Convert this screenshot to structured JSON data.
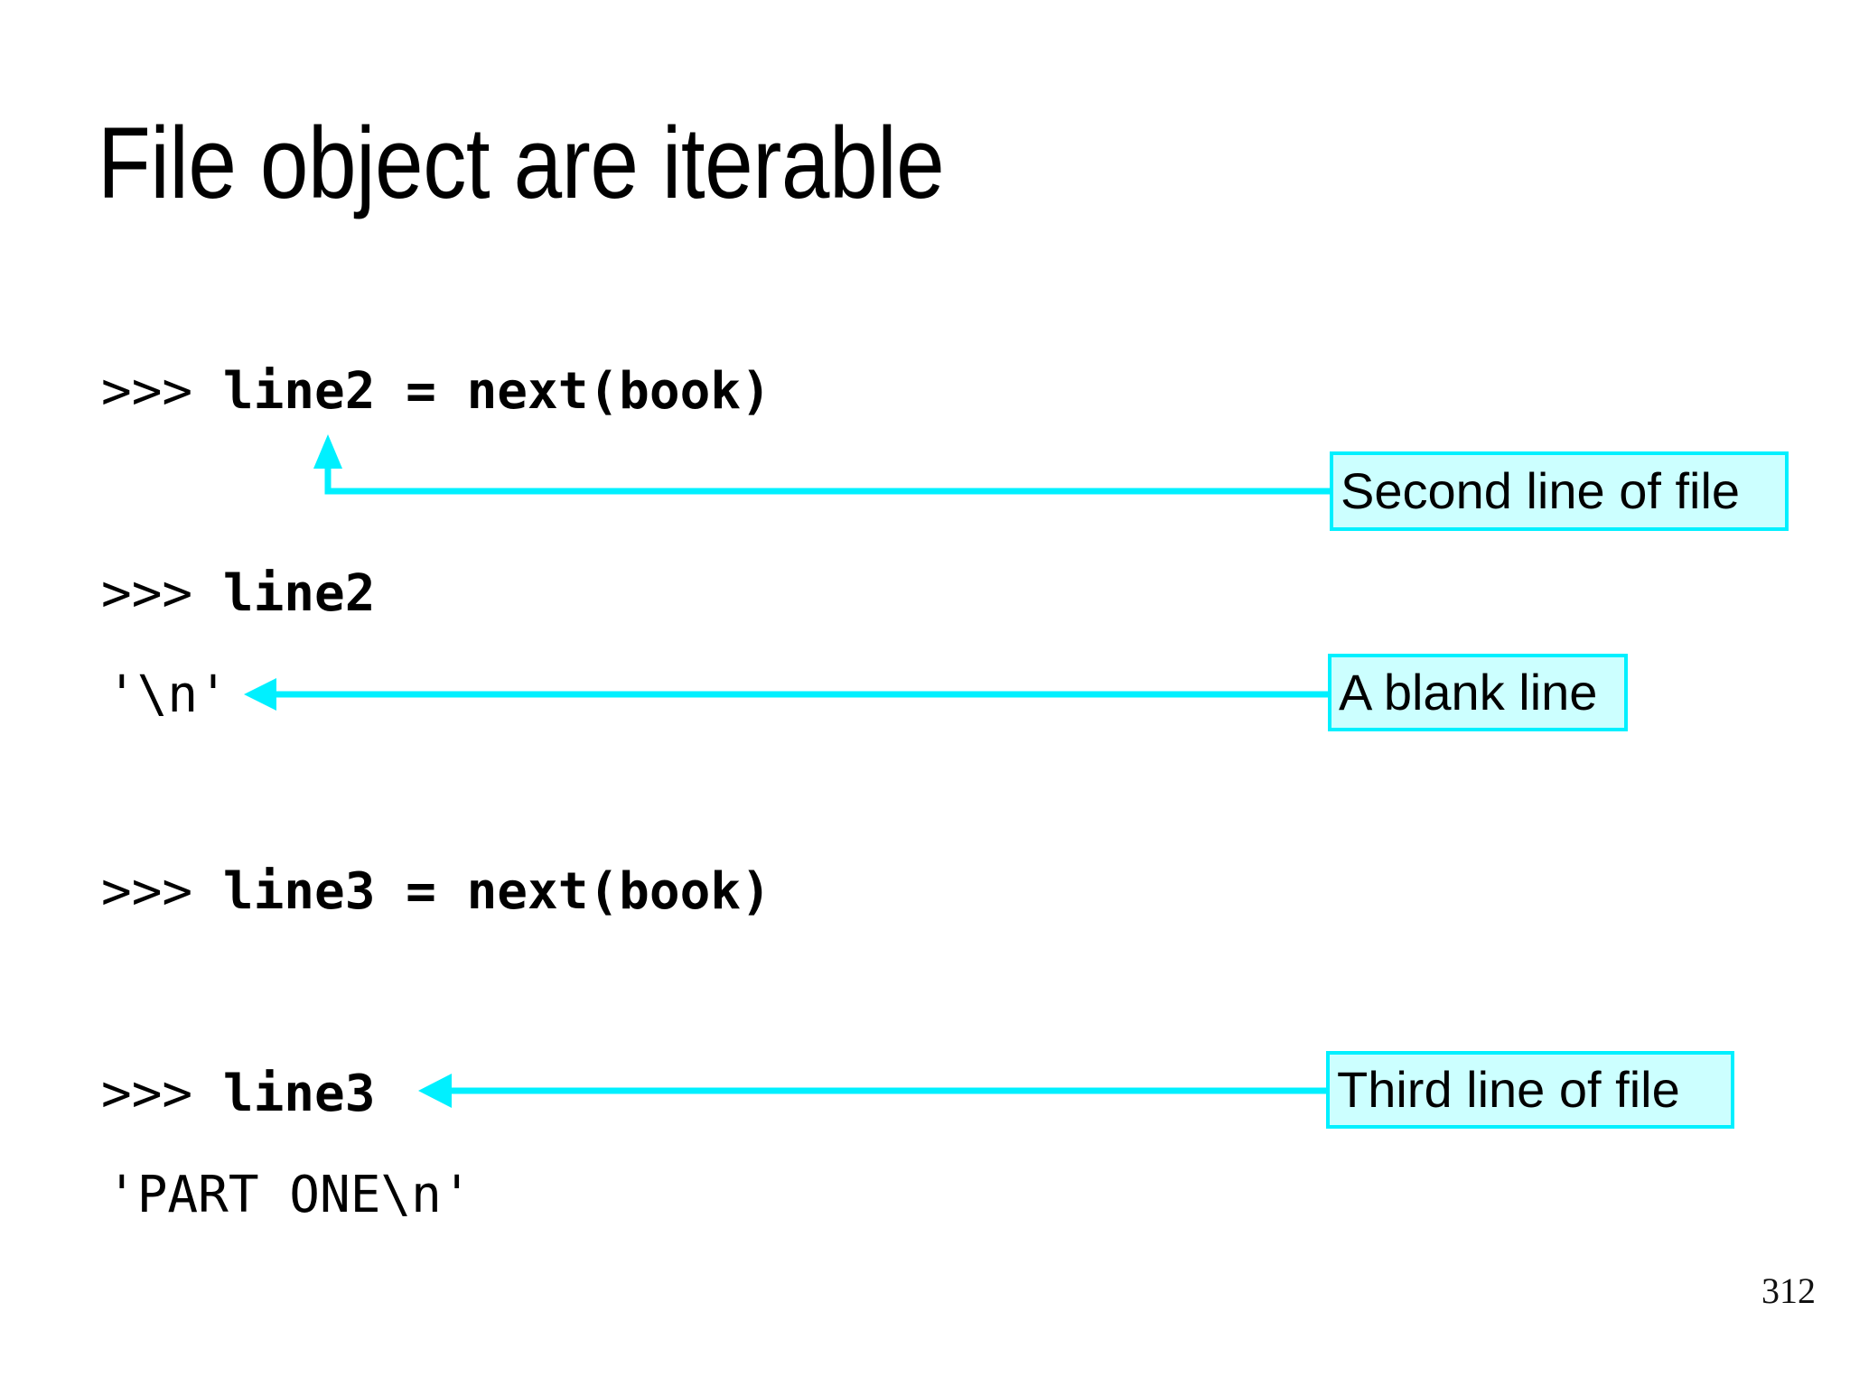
{
  "slide": {
    "title": "File object are iterable",
    "page_number": "312",
    "background_color": "#ffffff",
    "accent_color": "#00f0ff",
    "callout_fill_color": "#ccffff",
    "text_color": "#000000"
  },
  "code": {
    "lines": [
      {
        "id": "line2-assign",
        "prompt": ">>> ",
        "text": "line2 = next(book)",
        "style": "prompt"
      },
      {
        "id": "line2-echo",
        "prompt": ">>> ",
        "text": "line2",
        "style": "prompt"
      },
      {
        "id": "line2-output",
        "prompt": "",
        "text": "'\\n'",
        "style": "output"
      },
      {
        "id": "line3-assign",
        "prompt": ">>> ",
        "text": "line3 = next(book)",
        "style": "prompt"
      },
      {
        "id": "line3-echo",
        "prompt": ">>> ",
        "text": "line3",
        "style": "prompt"
      },
      {
        "id": "line3-output",
        "prompt": "",
        "text": "'PART ONE\\n'",
        "style": "output"
      }
    ]
  },
  "callouts": [
    {
      "id": "second-line-of-file",
      "label": "Second line of file",
      "points_to": "line2-assign",
      "arrow": "elbow-up"
    },
    {
      "id": "a-blank-line",
      "label": "A blank line",
      "points_to": "line2-output",
      "arrow": "straight-left"
    },
    {
      "id": "third-line-of-file",
      "label": "Third line of file",
      "points_to": "line3-echo",
      "arrow": "straight-left"
    }
  ]
}
